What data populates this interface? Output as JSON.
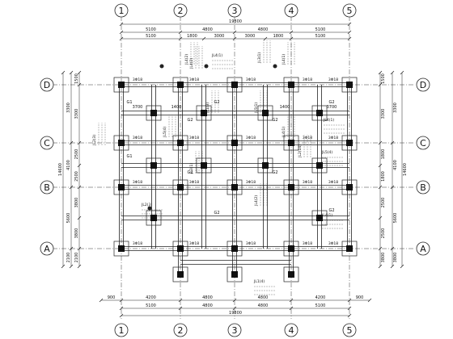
{
  "grid_x_labels": [
    "1",
    "2",
    "3",
    "4",
    "5"
  ],
  "grid_y_labels": [
    "D",
    "C",
    "B",
    "A"
  ],
  "dims": {
    "top_total": "19800",
    "top_main": [
      "5100",
      "4800",
      "4800",
      "5100"
    ],
    "top_sub": [
      "5100",
      "1800",
      "3000",
      "3000",
      "1800",
      "5100"
    ],
    "bottom_total": "19800",
    "bottom_main": [
      "5100",
      "4800",
      "4800",
      "5100"
    ],
    "bottom_sub": [
      "900",
      "4200",
      "4800",
      "4800",
      "4200",
      "900"
    ],
    "left_total": "14600",
    "left_segs": [
      "1500",
      "3300",
      "2500",
      "4100",
      "3800",
      "5600",
      "2100"
    ],
    "right_total": "14600",
    "right_segs": [
      "1500",
      "3300",
      "1800",
      "4100",
      "2500",
      "5600",
      "3800"
    ],
    "inner": [
      "3700",
      "1400",
      "1400",
      "3700"
    ]
  },
  "beam_labels": [
    "G1",
    "G2",
    "G2",
    "G2",
    "G2",
    "G1",
    "G2",
    "G2",
    "G2",
    "G2"
  ],
  "rebar_label": "3Φ18",
  "notes": [
    "JL4(2)",
    "JL4(1)",
    "JL3(1)",
    "JL4(1)",
    "JL1(3)",
    "JL5(1)",
    "JL5(4)",
    "JL4(1)",
    "JL2(3)",
    "JL2(14)",
    "JL5(4)",
    "JL4(1)",
    "JL3(1)",
    "JL4(2)",
    "JL2(3)",
    "JL4(1)",
    "JL1(4)",
    "JL4(2)"
  ]
}
